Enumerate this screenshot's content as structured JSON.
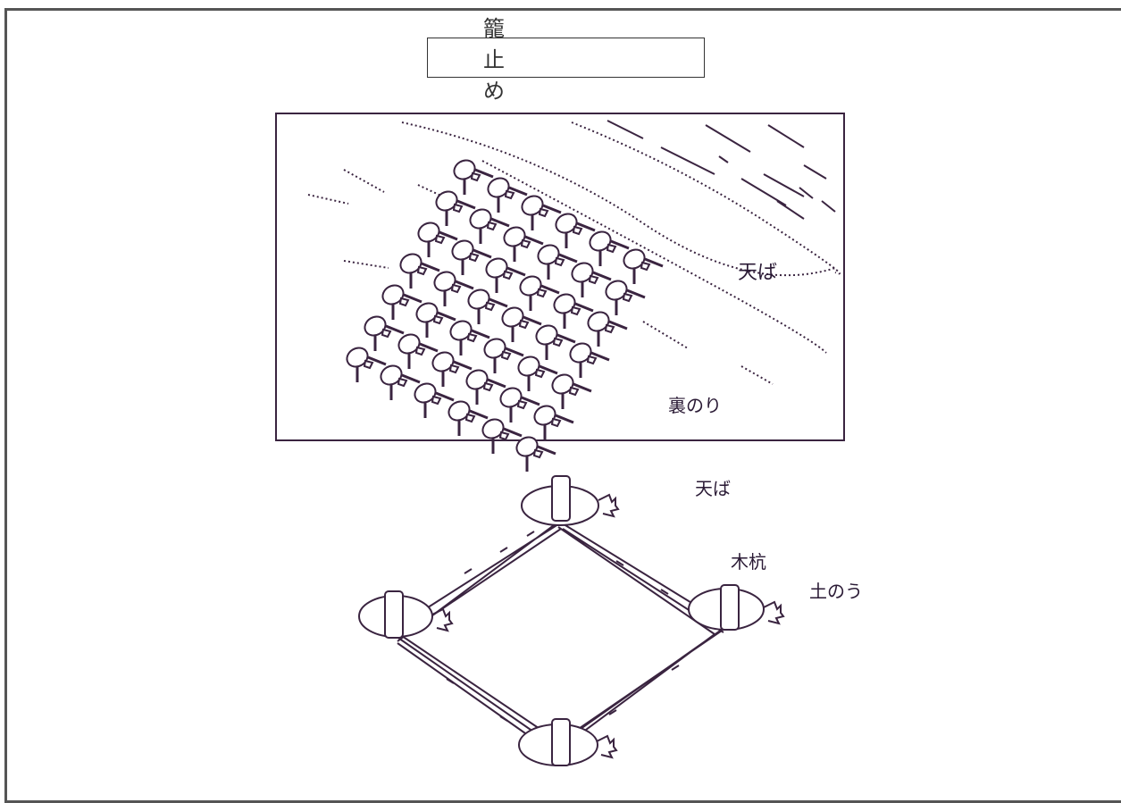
{
  "title": "籠　止　め",
  "top_figure": {
    "label_tenba": "天ば",
    "label_uranori": "裏のり"
  },
  "bottom_figure": {
    "label_tenba": "天ば",
    "label_kui": "木杭",
    "label_donou": "土のう"
  },
  "colors": {
    "ink": "#3a2440",
    "frame": "#555555"
  }
}
